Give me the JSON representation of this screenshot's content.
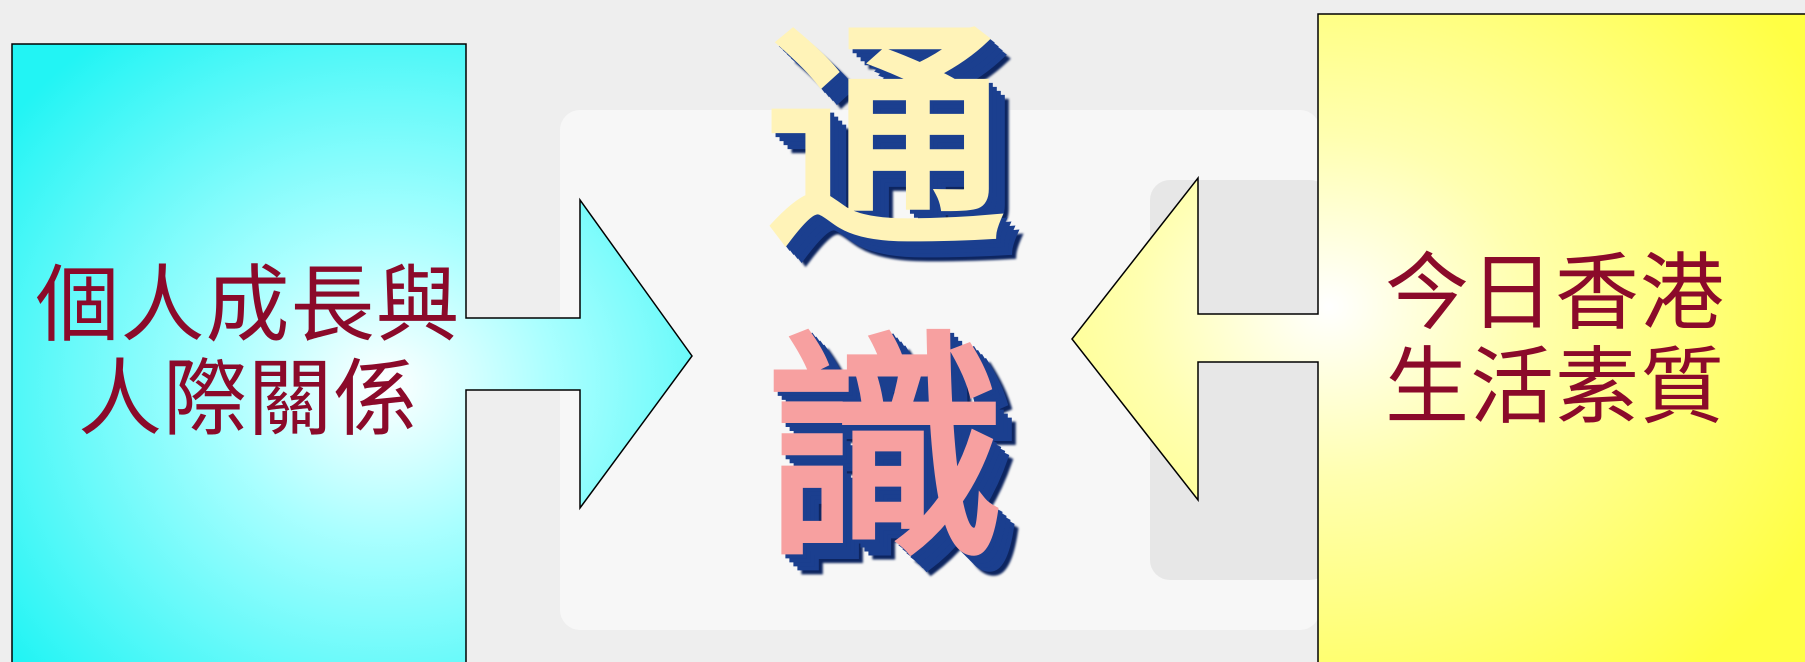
{
  "left_callout": {
    "lines": [
      "個人成長與",
      "人際關係"
    ],
    "fill": "#33ffff",
    "text_color": "#8b0a2a"
  },
  "right_callout": {
    "lines": [
      "今日香港",
      "生活素質"
    ],
    "fill": "#ffff55",
    "text_color": "#8b0a2a"
  },
  "center_title": {
    "char_1": "通",
    "char_2": "識",
    "face_color_1": "#fff3b8",
    "face_color_2": "#f7a0a0",
    "extrude_color": "#1b3f8f"
  }
}
